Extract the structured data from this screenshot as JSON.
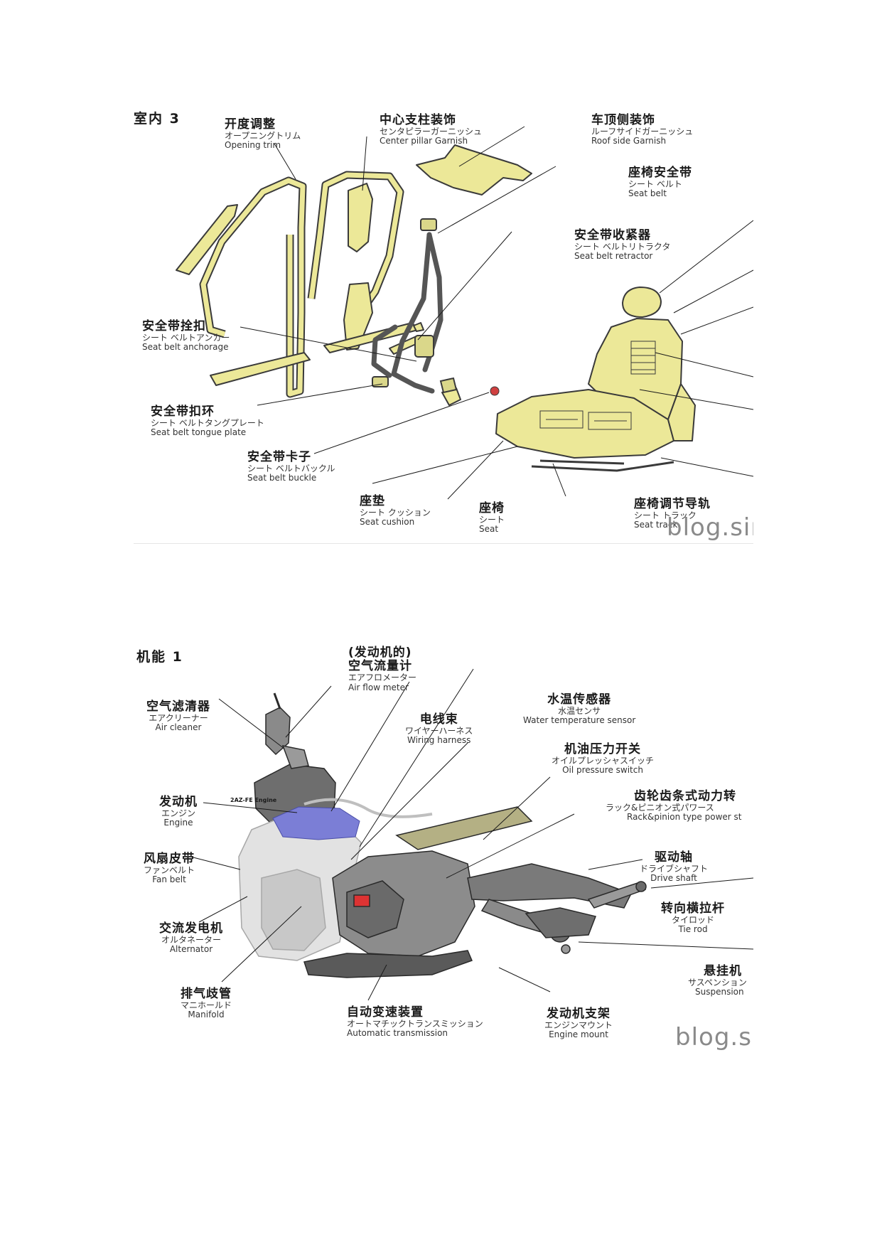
{
  "panel1": {
    "title": "室内 3",
    "watermark": "blog.sin",
    "colors": {
      "part_fill": "#ece898",
      "outline": "#3a3a3a",
      "belt": "#666666"
    },
    "labels": [
      {
        "id": "opening-trim",
        "zh": "开度调整",
        "ja": "オープニングトリム",
        "en": "Opening trim"
      },
      {
        "id": "center-pillar-garnish",
        "zh": "中心支柱装饰",
        "ja": "センタピラーガーニッシュ",
        "en": "Center pillar Garnish"
      },
      {
        "id": "roof-side-garnish",
        "zh": "车顶侧装饰",
        "ja": "ルーフサイドガーニッシュ",
        "en": "Roof side Garnish"
      },
      {
        "id": "seat-belt",
        "zh": "座椅安全带",
        "ja": "シート ベルト",
        "en": "Seat belt"
      },
      {
        "id": "seat-belt-retractor",
        "zh": "安全带收紧器",
        "ja": "シート ベルトリトラクタ",
        "en": "Seat belt retractor"
      },
      {
        "id": "seat-belt-anchorage",
        "zh": "安全带拴扣",
        "ja": "シート ベルトアンカー",
        "en": "Seat belt anchorage"
      },
      {
        "id": "seat-belt-tongue-plate",
        "zh": "安全带扣环",
        "ja": "シート ベルトタングプレート",
        "en": "Seat belt tongue plate"
      },
      {
        "id": "seat-belt-buckle",
        "zh": "安全带卡子",
        "ja": "シート ベルトバックル",
        "en": "Seat belt buckle"
      },
      {
        "id": "seat-cushion",
        "zh": "座垫",
        "ja": "シート クッション",
        "en": "Seat cushion"
      },
      {
        "id": "seat",
        "zh": "座椅",
        "ja": "シート",
        "en": "Seat"
      },
      {
        "id": "seat-track",
        "zh": "座椅调节导轨",
        "ja": "シート トラック",
        "en": "Seat track"
      }
    ]
  },
  "panel2": {
    "title": "机能 1",
    "engine_model": "2AZ-FE Engine",
    "watermark": "blog.sin",
    "colors": {
      "engine_body": "#9a9a9a",
      "highlight": "#7b7ed6",
      "dark": "#4a4a4a"
    },
    "labels": [
      {
        "id": "air-flow-meter",
        "zh": "(发动机的)",
        "zh2": "空气流量计",
        "ja": "エアフロメーター",
        "en": "Air flow meter"
      },
      {
        "id": "air-cleaner",
        "zh": "空气滤清器",
        "ja": "エアクリーナー",
        "en": "Air cleaner"
      },
      {
        "id": "wiring-harness",
        "zh": "电线束",
        "ja": "ワイヤーハーネス",
        "en": "Wiring harness"
      },
      {
        "id": "water-temperature-sensor",
        "zh": "水温传感器",
        "ja": "水温センサ",
        "en": "Water temperature sensor"
      },
      {
        "id": "oil-pressure-switch",
        "zh": "机油压力开关",
        "ja": "オイルプレッシャスイッチ",
        "en": "Oil pressure switch"
      },
      {
        "id": "rack-pinion",
        "zh": "齿轮齿条式动力转",
        "ja": "ラック&ピニオン式パワース",
        "en": "Rack&pinion type power st"
      },
      {
        "id": "engine",
        "zh": "发动机",
        "ja": "エンジン",
        "en": "Engine"
      },
      {
        "id": "drive-shaft",
        "zh": "驱动轴",
        "ja": "ドライブシャフト",
        "en": "Drive shaft"
      },
      {
        "id": "fan-belt",
        "zh": "风扇皮带",
        "ja": "ファンベルト",
        "en": "Fan belt"
      },
      {
        "id": "tie-rod",
        "zh": "转向横拉杆",
        "ja": "タイロッド",
        "en": "Tie rod"
      },
      {
        "id": "alternator",
        "zh": "交流发电机",
        "ja": "オルタネーター",
        "en": "Alternator"
      },
      {
        "id": "suspension",
        "zh": "悬挂机",
        "ja": "サスペンション",
        "en": "Suspension"
      },
      {
        "id": "manifold",
        "zh": "排气歧管",
        "ja": "マニホールド",
        "en": "Manifold"
      },
      {
        "id": "automatic-transmission",
        "zh": "自动变速装置",
        "ja": "オートマチックトランスミッション",
        "en": "Automatic transmission"
      },
      {
        "id": "engine-mount",
        "zh": "发动机支架",
        "ja": "エンジンマウント",
        "en": "Engine mount"
      }
    ]
  }
}
